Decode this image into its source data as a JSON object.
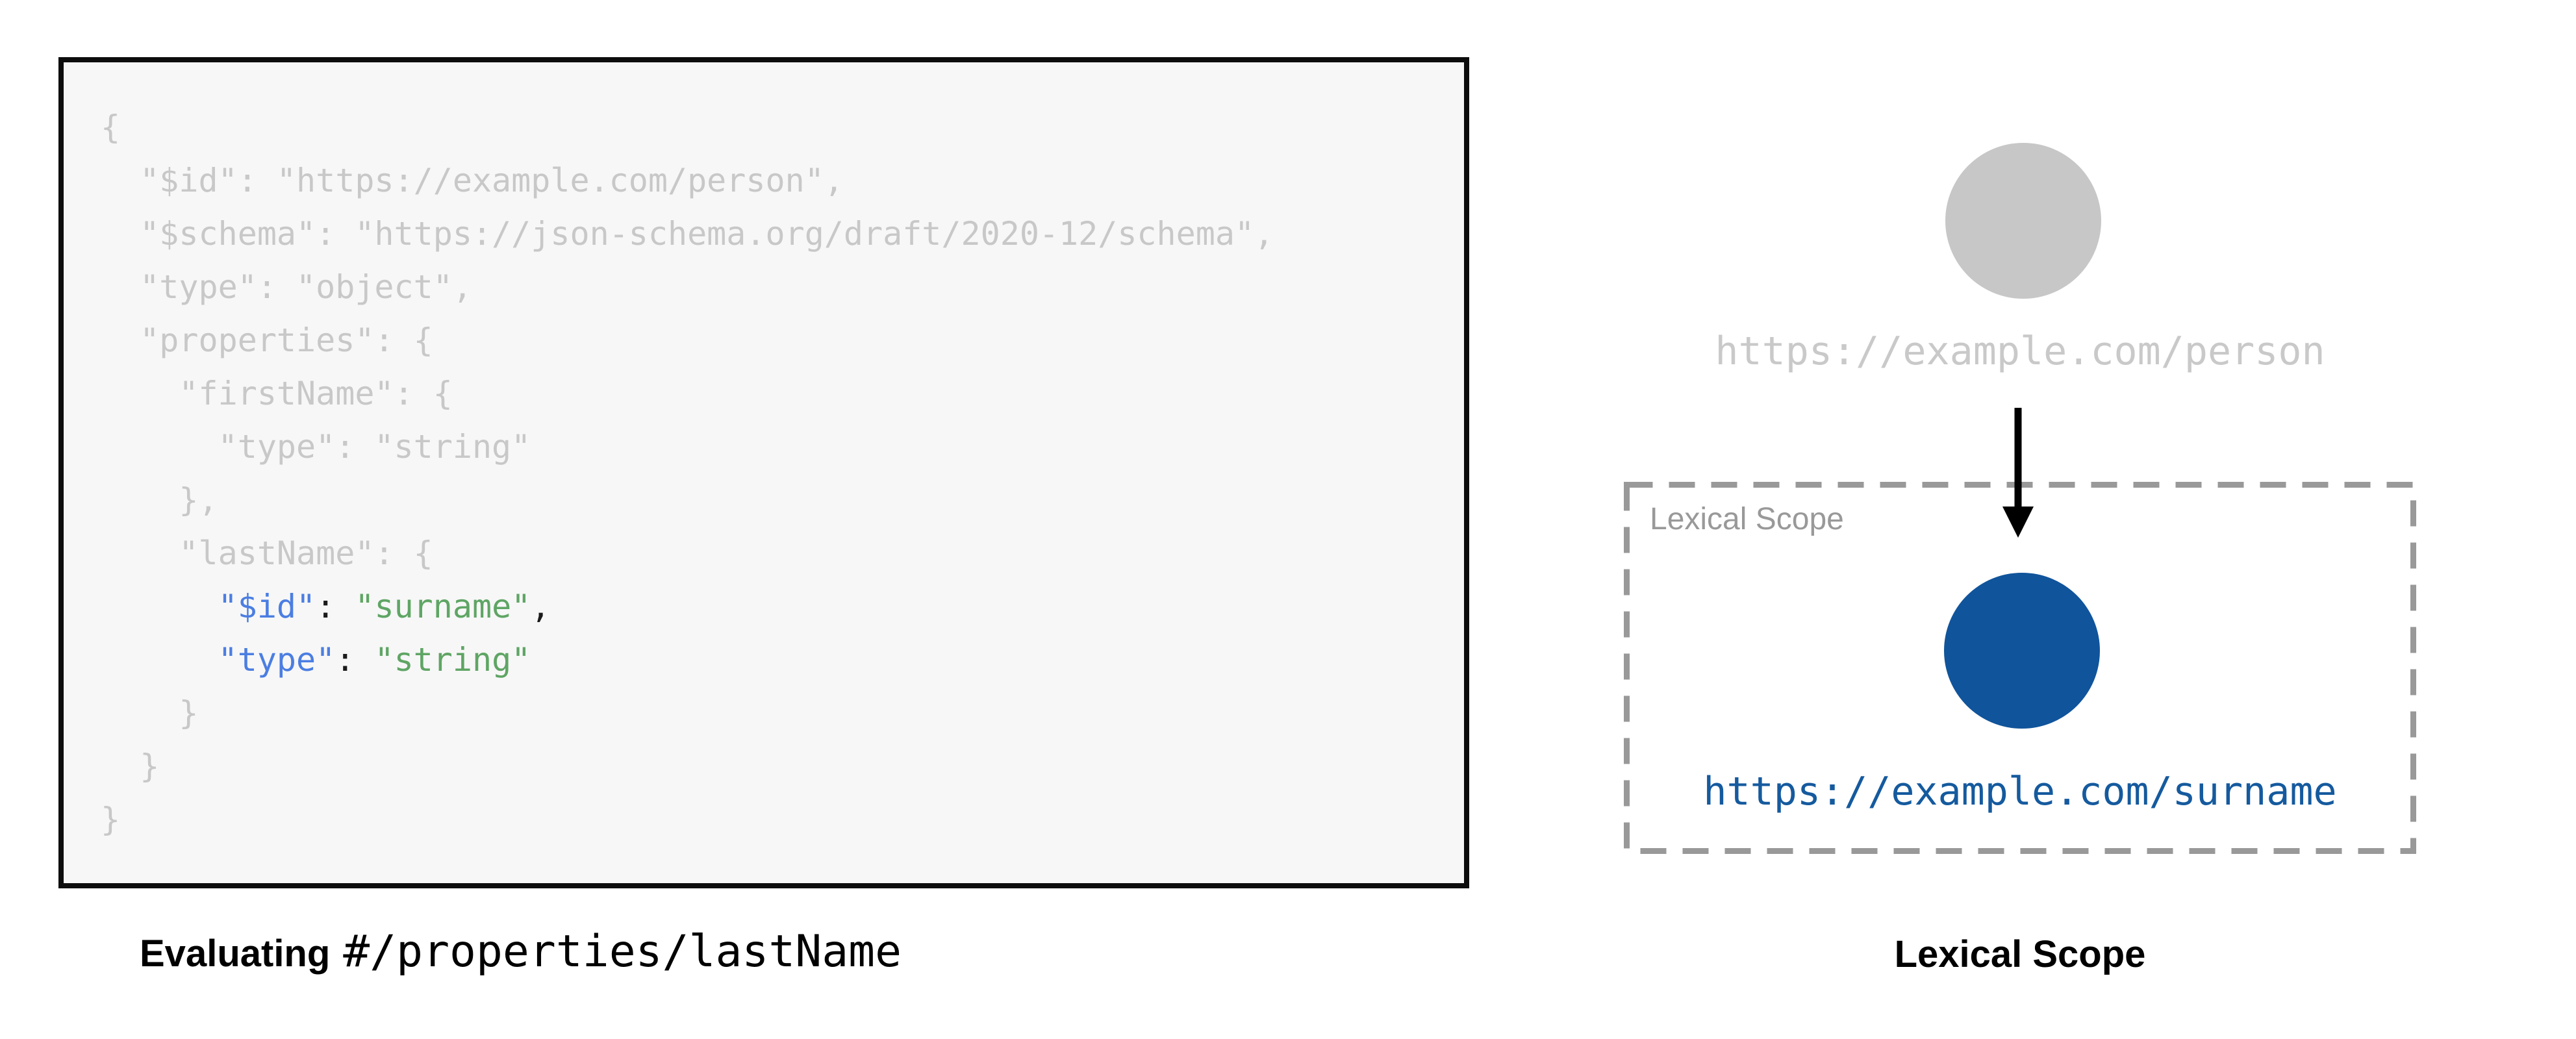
{
  "colors": {
    "page_bg": "#ffffff",
    "code_panel_bg": "#f7f7f7",
    "code_panel_border": "#0d0d0d",
    "code_muted_gray": "#c8c8c8",
    "code_key_blue": "#4b7ee2",
    "code_string_green": "#5fa564",
    "code_punct_black": "#1b1b1b",
    "outer_node_gray": "#c7c7c7",
    "outer_label_gray": "#c9c9c9",
    "scope_border_gray": "#999999",
    "scope_label_gray": "#999999",
    "inner_node_blue": "#10549b",
    "inner_label_blue": "#155a9e",
    "arrow_black": "#000000",
    "caption_black": "#000000"
  },
  "code_panel": {
    "lines": [
      [
        {
          "c": "m",
          "t": "{"
        }
      ],
      [
        {
          "c": "m",
          "t": "  \"$id\": \"https://example.com/person\","
        }
      ],
      [
        {
          "c": "m",
          "t": "  \"$schema\": \"https://json-schema.org/draft/2020-12/schema\","
        }
      ],
      [
        {
          "c": "m",
          "t": "  \"type\": \"object\","
        }
      ],
      [
        {
          "c": "m",
          "t": "  \"properties\": {"
        }
      ],
      [
        {
          "c": "m",
          "t": "    \"firstName\": {"
        }
      ],
      [
        {
          "c": "m",
          "t": "      \"type\": \"string\""
        }
      ],
      [
        {
          "c": "m",
          "t": "    },"
        }
      ],
      [
        {
          "c": "m",
          "t": "    \"lastName\": {"
        }
      ],
      [
        {
          "c": "m",
          "t": "      "
        },
        {
          "c": "k",
          "t": "\"$id\""
        },
        {
          "c": "p",
          "t": ": "
        },
        {
          "c": "s",
          "t": "\"surname\""
        },
        {
          "c": "p",
          "t": ","
        }
      ],
      [
        {
          "c": "m",
          "t": "      "
        },
        {
          "c": "k",
          "t": "\"type\""
        },
        {
          "c": "p",
          "t": ": "
        },
        {
          "c": "s",
          "t": "\"string\""
        }
      ],
      [
        {
          "c": "m",
          "t": "    }"
        }
      ],
      [
        {
          "c": "m",
          "t": "  }"
        }
      ],
      [
        {
          "c": "m",
          "t": "}"
        }
      ]
    ]
  },
  "left_caption": {
    "bold_text": "Evaluating",
    "mono_text": "#/properties/lastName"
  },
  "diagram": {
    "outer_node_label": "https://example.com/person",
    "scope_box_label": "Lexical Scope",
    "inner_node_label": "https://example.com/surname"
  },
  "right_caption": {
    "text": "Lexical Scope"
  }
}
